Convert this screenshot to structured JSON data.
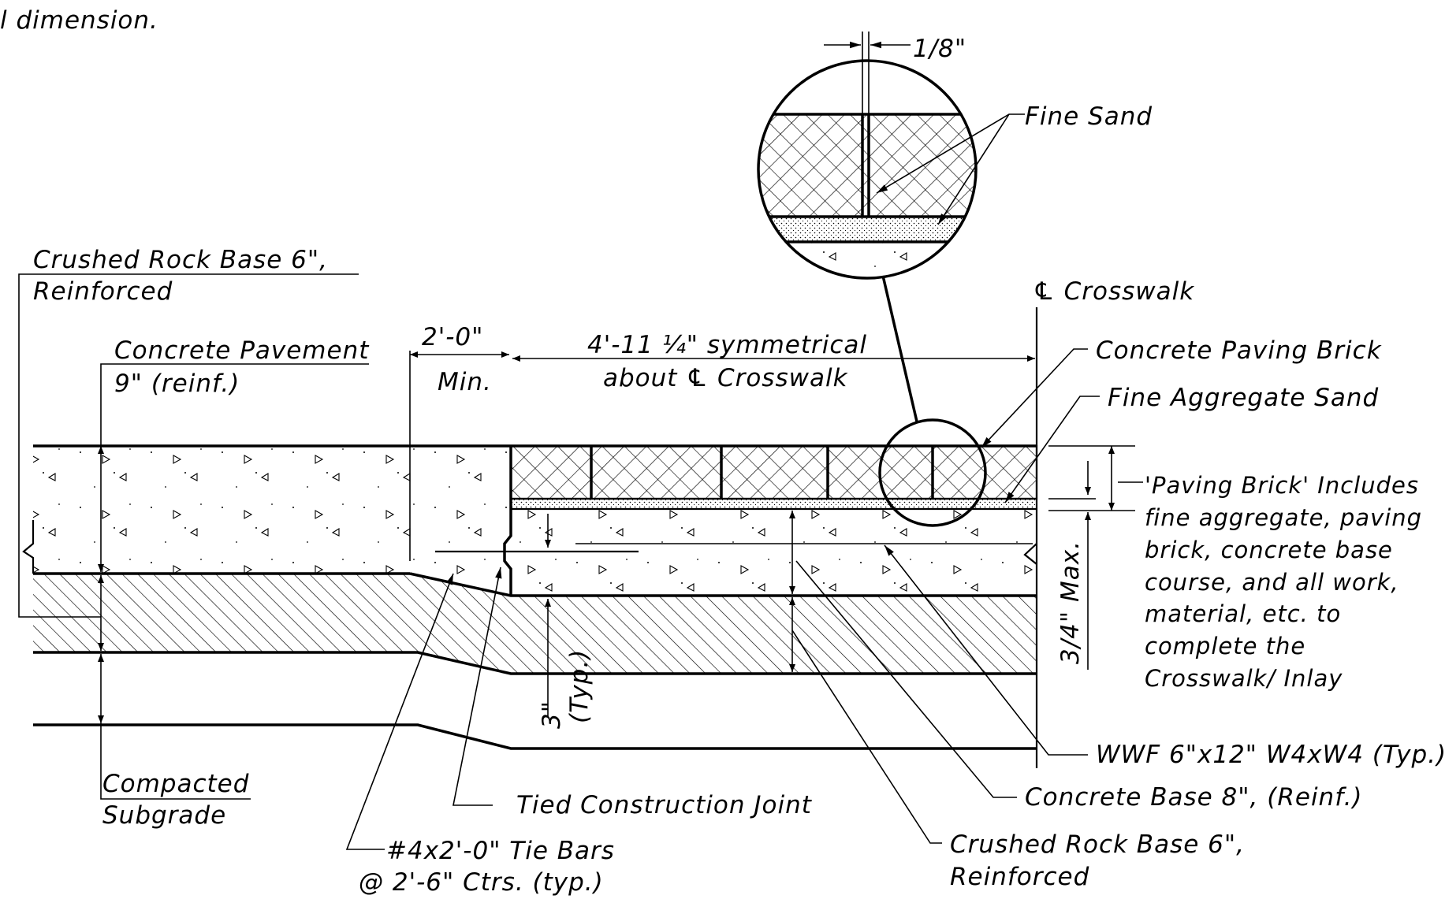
{
  "notes": {
    "top_left_fragment": "al  dimension."
  },
  "labels": {
    "crushed_rock_left_1": "Crushed  Rock  Base  6\",",
    "crushed_rock_left_2": "Reinforced",
    "concrete_pavement_1": "Concrete  Pavement",
    "concrete_pavement_2": "9\"  (reinf.)",
    "compacted_1": "Compacted",
    "compacted_2": "Subgrade",
    "tie_bars_1": "#4x2'-0\"  Tie  Bars",
    "tie_bars_2": "@  2'-6\"  Ctrs.  (typ.)",
    "tied_joint": "Tied  Construction  Joint",
    "crushed_rock_right_1": "Crushed  Rock  Base  6\",",
    "crushed_rock_right_2": "Reinforced",
    "concrete_base": "Concrete  Base  8\",  (Reinf.)",
    "wwf": "WWF  6\"x12\"  W4xW4  (Typ.)",
    "fine_sand": "Fine  Sand",
    "crosswalk_cl": "℄  Crosswalk",
    "paving_brick": "Concrete  Paving  Brick",
    "fine_agg_sand": "Fine  Aggregate  Sand",
    "note_lines": [
      "'Paving  Brick'  Includes",
      "fine  aggregate,  paving",
      "brick,  concrete  base",
      "course,  and  all  work,",
      "material,  etc.  to",
      "complete  the",
      "Crosswalk/  Inlay"
    ]
  },
  "dimensions": {
    "joint_gap": "1/8\"",
    "min_width": "2'-0\"",
    "min_label": "Min.",
    "symmetric_1": "4'-11 ¼\"  symmetrical",
    "symmetric_2": "about  ℄  Crosswalk",
    "three_inch": "3\"",
    "typ": "(Typ.)",
    "max_depth": "3/4\"  Max."
  }
}
